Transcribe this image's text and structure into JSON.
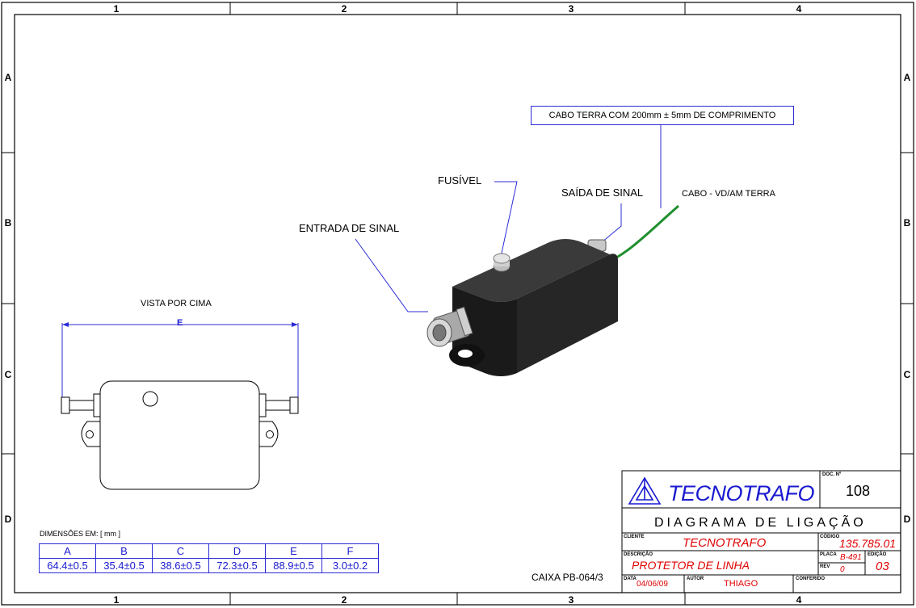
{
  "zones": {
    "columns": [
      "1",
      "2",
      "3",
      "4"
    ],
    "rows": [
      "A",
      "B",
      "C",
      "D"
    ]
  },
  "callouts": {
    "ground_cable_note": "CABO TERRA COM 200mm ± 5mm DE COMPRIMENTO",
    "fuse": "FUSÍVEL",
    "signal_out": "SAÍDA DE SINAL",
    "ground_cable": "CABO - VD/AM TERRA",
    "signal_in": "ENTRADA DE SINAL"
  },
  "top_view": {
    "title": "VISTA POR CIMA",
    "dimension_label": "E"
  },
  "dimensions": {
    "caption": "DIMENSÕES EM: [ mm ]",
    "headers": [
      "A",
      "B",
      "C",
      "D",
      "E",
      "F"
    ],
    "values": [
      "64.4±0.5",
      "35.4±0.5",
      "38.6±0.5",
      "72.3±0.5",
      "88.9±0.5",
      "3.0±0.2"
    ]
  },
  "case_label": "CAIXA PB-064/3",
  "title_block": {
    "company": "TECNOTRAFO",
    "doc_no_label": "DOC. Nº",
    "doc_no": "108",
    "drawing_title": "DIAGRAMA DE LIGAÇÃO",
    "client_label": "CLIENTE",
    "client": "TECNOTRAFO",
    "code_label": "CÓDIGO",
    "code": "135.785.01",
    "description_label": "DESCRIÇÃO",
    "description": "PROTETOR DE LINHA",
    "plate_label": "PLACA",
    "plate": "B-491",
    "edition_label": "EDIÇÃO",
    "edition": "03",
    "rev_label": "REV",
    "rev": "0",
    "date_label": "DATA",
    "date": "04/06/09",
    "author_label": "AUTOR",
    "author": "THIAGO",
    "checked_label": "CONFERIDO"
  },
  "colors": {
    "drawing_blue": "#2b2bd6",
    "red_text": "#e00000",
    "cable_green": "#1f8f2f"
  }
}
